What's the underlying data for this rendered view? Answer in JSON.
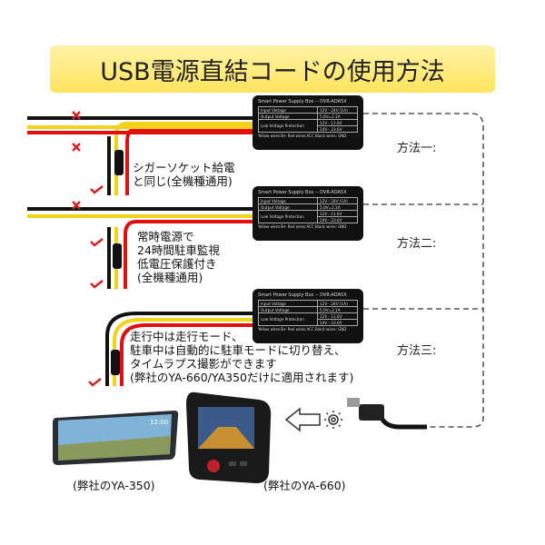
{
  "title": "USB電源直結コードの使用方法",
  "box": {
    "header": "Smart Power Supply Box -- DVR-ADA5X",
    "rows": [
      {
        "label": "Input Voltage",
        "value": "12V - 24V (1A)"
      },
      {
        "label": "Output Voltage",
        "value": "5.0V=2.1A"
      },
      {
        "label": "Low Voltage Protection",
        "value": "12V - 11.6V",
        "value2": "24V - 23.6V"
      }
    ],
    "footer": "Yellow wires:B+   Red wires:ACC   Black wires: GND"
  },
  "methods": [
    "方法一:",
    "方法二:",
    "方法三:"
  ],
  "notes": {
    "method1": [
      "シガーソケット給電",
      "と同じ(全機種通用)"
    ],
    "method2": [
      "常時電源で",
      "24時間駐車監視",
      "低電圧保護付き",
      "(全機種通用)"
    ],
    "method3": [
      "走行中は走行モード、",
      "駐車中は自動的に駐車モードに切り替え、",
      "タイムラプス撮影ができます",
      "(弊社のYA-660/YA350だけに適用されます)"
    ]
  },
  "mirror_screen": "12:00",
  "captions": {
    "left": "(弊社のYA-350)",
    "right": "(弊社のYA-660)"
  },
  "colors": {
    "banner": "#ffe45c",
    "red": "#e01010",
    "yellow": "#f2d21a",
    "cross": "#d42020"
  }
}
